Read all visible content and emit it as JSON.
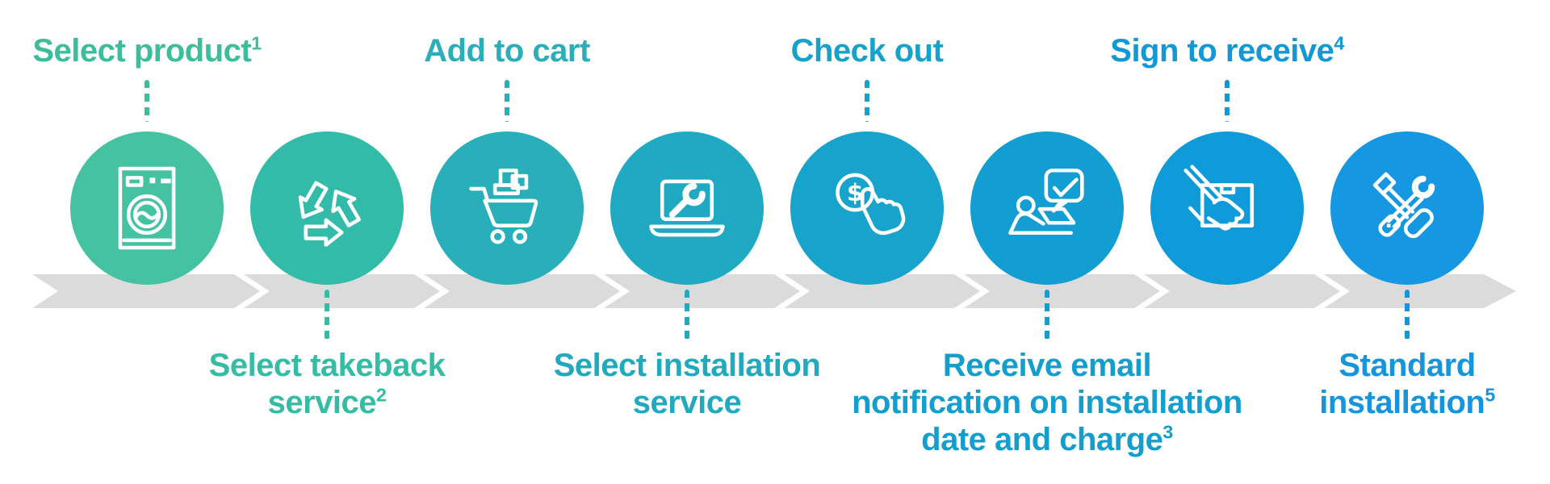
{
  "flow": {
    "band_color": "#DBDBDB",
    "steps": [
      {
        "label": "Select product",
        "sup": "1",
        "side": "top",
        "circle_color": "#45C2A2",
        "text_color": "#3CBD9B",
        "icon": "washing-machine-icon"
      },
      {
        "label": "Select takeback\nservice",
        "sup": "2",
        "side": "bottom",
        "circle_color": "#33BBAA",
        "text_color": "#35BCA4",
        "icon": "recycle-icon"
      },
      {
        "label": "Add to cart",
        "sup": "",
        "side": "top",
        "circle_color": "#28AFB9",
        "text_color": "#2BAEB9",
        "icon": "shopping-cart-icon"
      },
      {
        "label": "Select installation\nservice",
        "sup": "",
        "side": "bottom",
        "circle_color": "#1FA9C3",
        "text_color": "#21A9BE",
        "icon": "laptop-wrench-icon"
      },
      {
        "label": "Check out",
        "sup": "",
        "side": "top",
        "circle_color": "#17A3CB",
        "text_color": "#17A2C9",
        "icon": "pay-click-icon"
      },
      {
        "label": "Receive email\nnotification on installation\ndate and charge",
        "sup": "3",
        "side": "bottom",
        "circle_color": "#129DD3",
        "text_color": "#149ECD",
        "icon": "email-confirmation-icon"
      },
      {
        "label": "Sign to receive",
        "sup": "4",
        "side": "top",
        "circle_color": "#0F9AD9",
        "text_color": "#1298D4",
        "icon": "sign-to-receive-icon"
      },
      {
        "label": "Standard\ninstallation",
        "sup": "5",
        "side": "bottom",
        "circle_color": "#1697E2",
        "text_color": "#1694DC",
        "icon": "crossed-tools-icon"
      }
    ]
  }
}
